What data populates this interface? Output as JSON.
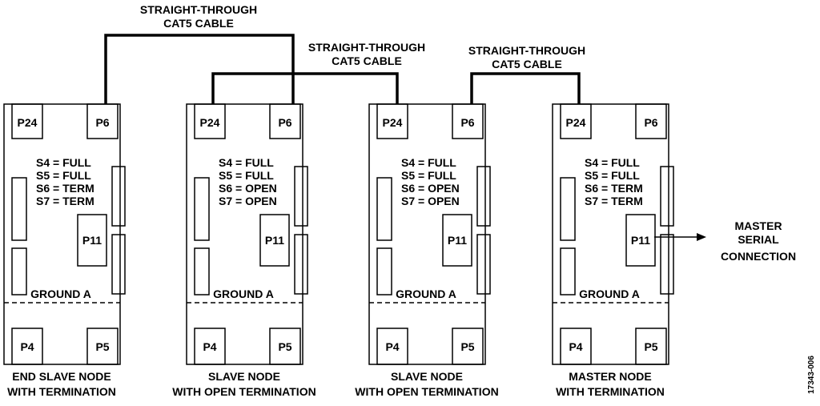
{
  "cables": [
    {
      "label_line1": "STRAIGHT-THROUGH",
      "label_line2": "CAT5 CABLE"
    },
    {
      "label_line1": "STRAIGHT-THROUGH",
      "label_line2": "CAT5 CABLE"
    },
    {
      "label_line1": "STRAIGHT-THROUGH",
      "label_line2": "CAT5 CABLE"
    }
  ],
  "boards": [
    {
      "top_left": "P24",
      "top_right": "P6",
      "switches": [
        "S4 = FULL",
        "S5 = FULL",
        "S6 = TERM",
        "S7 = TERM"
      ],
      "center": "P11",
      "ground": "GROUND A",
      "bottom_left": "P4",
      "bottom_right": "P5",
      "caption_line1": "END SLAVE NODE",
      "caption_line2": "WITH TERMINATION"
    },
    {
      "top_left": "P24",
      "top_right": "P6",
      "switches": [
        "S4 = FULL",
        "S5 = FULL",
        "S6 = OPEN",
        "S7 = OPEN"
      ],
      "center": "P11",
      "ground": "GROUND A",
      "bottom_left": "P4",
      "bottom_right": "P5",
      "caption_line1": "SLAVE NODE",
      "caption_line2": "WITH OPEN TERMINATION"
    },
    {
      "top_left": "P24",
      "top_right": "P6",
      "switches": [
        "S4 = FULL",
        "S5 = FULL",
        "S6 = OPEN",
        "S7 = OPEN"
      ],
      "center": "P11",
      "ground": "GROUND A",
      "bottom_left": "P4",
      "bottom_right": "P5",
      "caption_line1": "SLAVE NODE",
      "caption_line2": "WITH OPEN TERMINATION"
    },
    {
      "top_left": "P24",
      "top_right": "P6",
      "switches": [
        "S4 = FULL",
        "S5 = FULL",
        "S6 = TERM",
        "S7 = TERM"
      ],
      "center": "P11",
      "ground": "GROUND A",
      "bottom_left": "P4",
      "bottom_right": "P5",
      "caption_line1": "MASTER NODE",
      "caption_line2": "WITH TERMINATION"
    }
  ],
  "master_connection": {
    "line1": "MASTER",
    "line2": "SERIAL",
    "line3": "CONNECTION"
  },
  "figure_id": "17343-006"
}
